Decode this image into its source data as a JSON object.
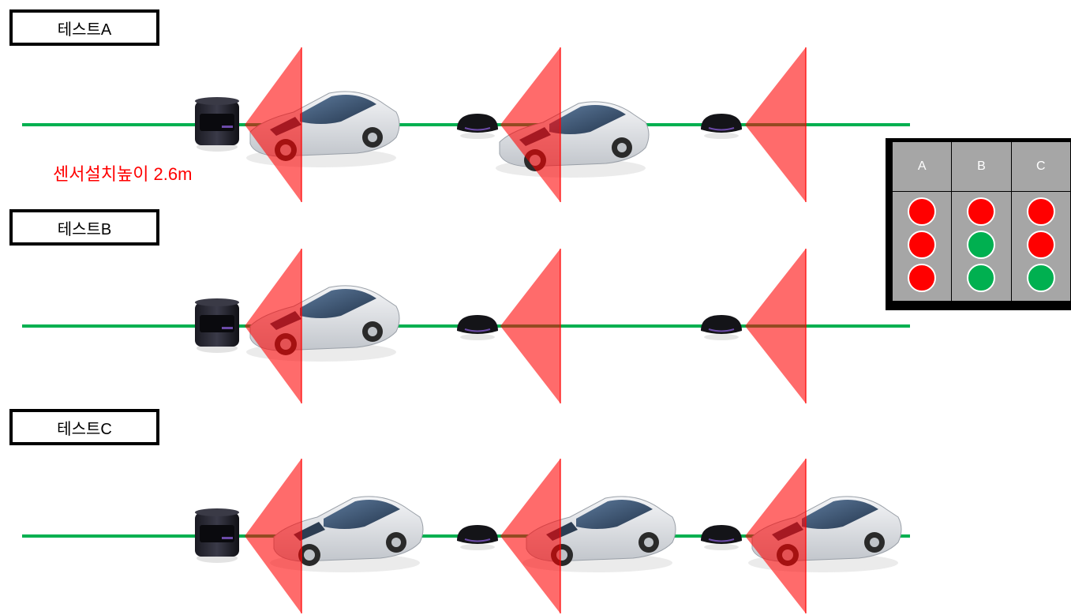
{
  "tests": [
    {
      "label": "테스트A"
    },
    {
      "label": "테스트B"
    },
    {
      "label": "테스트C"
    }
  ],
  "note": "센서설치높이 2.6m",
  "legend": {
    "headers": [
      "A",
      "B",
      "C"
    ],
    "columns": [
      {
        "lights": [
          "red",
          "red",
          "red"
        ]
      },
      {
        "lights": [
          "red",
          "green",
          "green"
        ]
      },
      {
        "lights": [
          "red",
          "red",
          "green"
        ]
      }
    ]
  },
  "colors": {
    "track": "#00b050",
    "detection_zone": "#ff0000",
    "light_red": "#ff0000",
    "light_green": "#00b050",
    "legend_bg": "#a6a6a6"
  },
  "icons": {
    "main_sensor": "lidar-sensor-icon",
    "small_sensor": "small-sensor-icon",
    "car": "car-icon"
  }
}
